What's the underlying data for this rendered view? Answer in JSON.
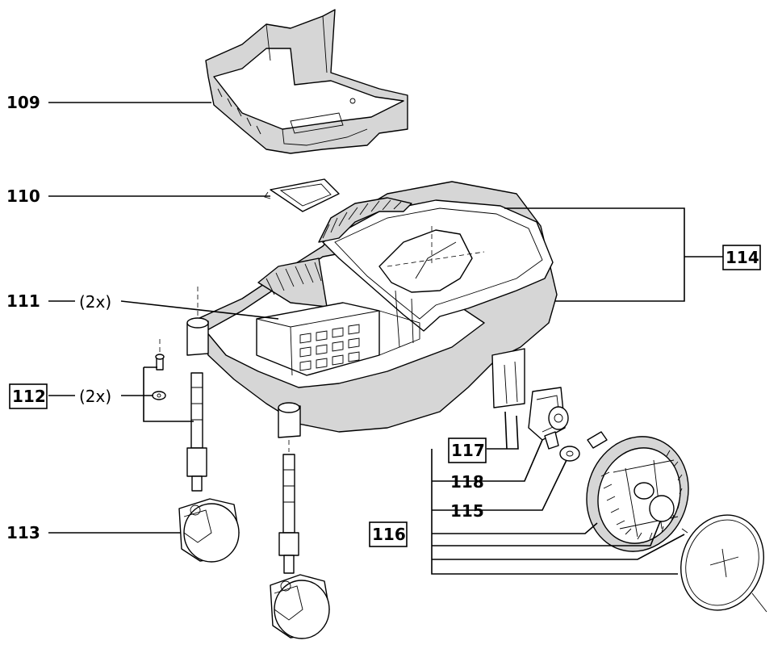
{
  "labels": {
    "l109": "109",
    "l110": "110",
    "l111": "111",
    "l112": "112",
    "l113": "113",
    "l114": "114",
    "l115": "115",
    "l116": "116",
    "l117": "117",
    "l118": "118"
  },
  "multipliers": {
    "m111": "(2x)",
    "m112": "(2x)"
  },
  "colors": {
    "line": "#000000",
    "fill": "#ffffff",
    "shade": "#d6d6d6"
  }
}
